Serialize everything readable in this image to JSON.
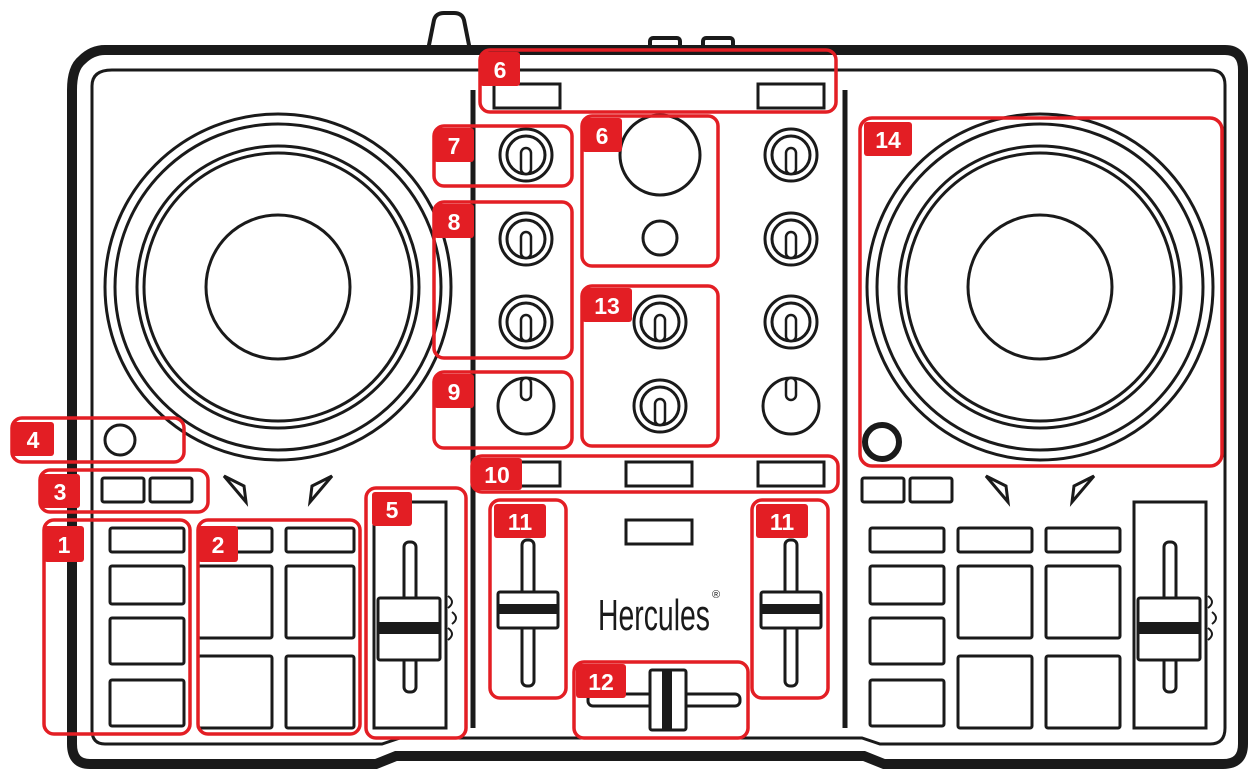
{
  "brand": {
    "name": "Hercules",
    "reg_mark": "®"
  },
  "colors": {
    "outline": "#1a1a1a",
    "highlight": "#e31e24",
    "badge_text": "#ffffff"
  },
  "callouts": [
    {
      "id": "c1",
      "label": "1"
    },
    {
      "id": "c2",
      "label": "2"
    },
    {
      "id": "c3",
      "label": "3"
    },
    {
      "id": "c4",
      "label": "4"
    },
    {
      "id": "c5",
      "label": "5"
    },
    {
      "id": "c6a",
      "label": "6"
    },
    {
      "id": "c6b",
      "label": "6"
    },
    {
      "id": "c7",
      "label": "7"
    },
    {
      "id": "c8",
      "label": "8"
    },
    {
      "id": "c9",
      "label": "9"
    },
    {
      "id": "c10",
      "label": "10"
    },
    {
      "id": "c11a",
      "label": "11"
    },
    {
      "id": "c11b",
      "label": "11"
    },
    {
      "id": "c12",
      "label": "12"
    },
    {
      "id": "c13",
      "label": "13"
    },
    {
      "id": "c14",
      "label": "14"
    }
  ]
}
